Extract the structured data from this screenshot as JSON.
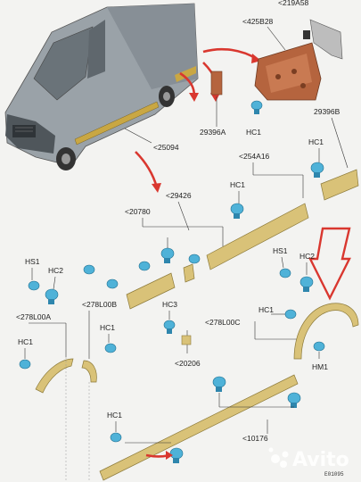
{
  "labels": {
    "l219a58": "<219A58",
    "l425b28": "<425B28",
    "hc1_top": "HC1",
    "l29396a": "29396A",
    "l29396b": "29396B",
    "hc1_rt": "HC1",
    "l25094": "<25094",
    "l254a16": "<254A16",
    "hc1_mid": "HC1",
    "l29426": "<29426",
    "l20780": "<20780",
    "hs1_l": "HS1",
    "hc2_l": "HC2",
    "hs1_r": "HS1",
    "hc2_r": "HC2",
    "l278l00b": "<278L00B",
    "l278l00a": "<278L00A",
    "hc3": "HC3",
    "hc1_lb": "HC1",
    "hc1_lb2": "HC1",
    "hc1_c": "HC1",
    "l278l00c": "<278L00C",
    "hm1": "HM1",
    "l20206": "<20206",
    "hc1_bot": "HC1",
    "l10176": "<10176",
    "code": "E01095"
  },
  "watermark": "Avito",
  "colors": {
    "clip": "#4fb2d8",
    "part": "#d9c278",
    "arrow": "#d9372f",
    "van": "#7d858c"
  }
}
